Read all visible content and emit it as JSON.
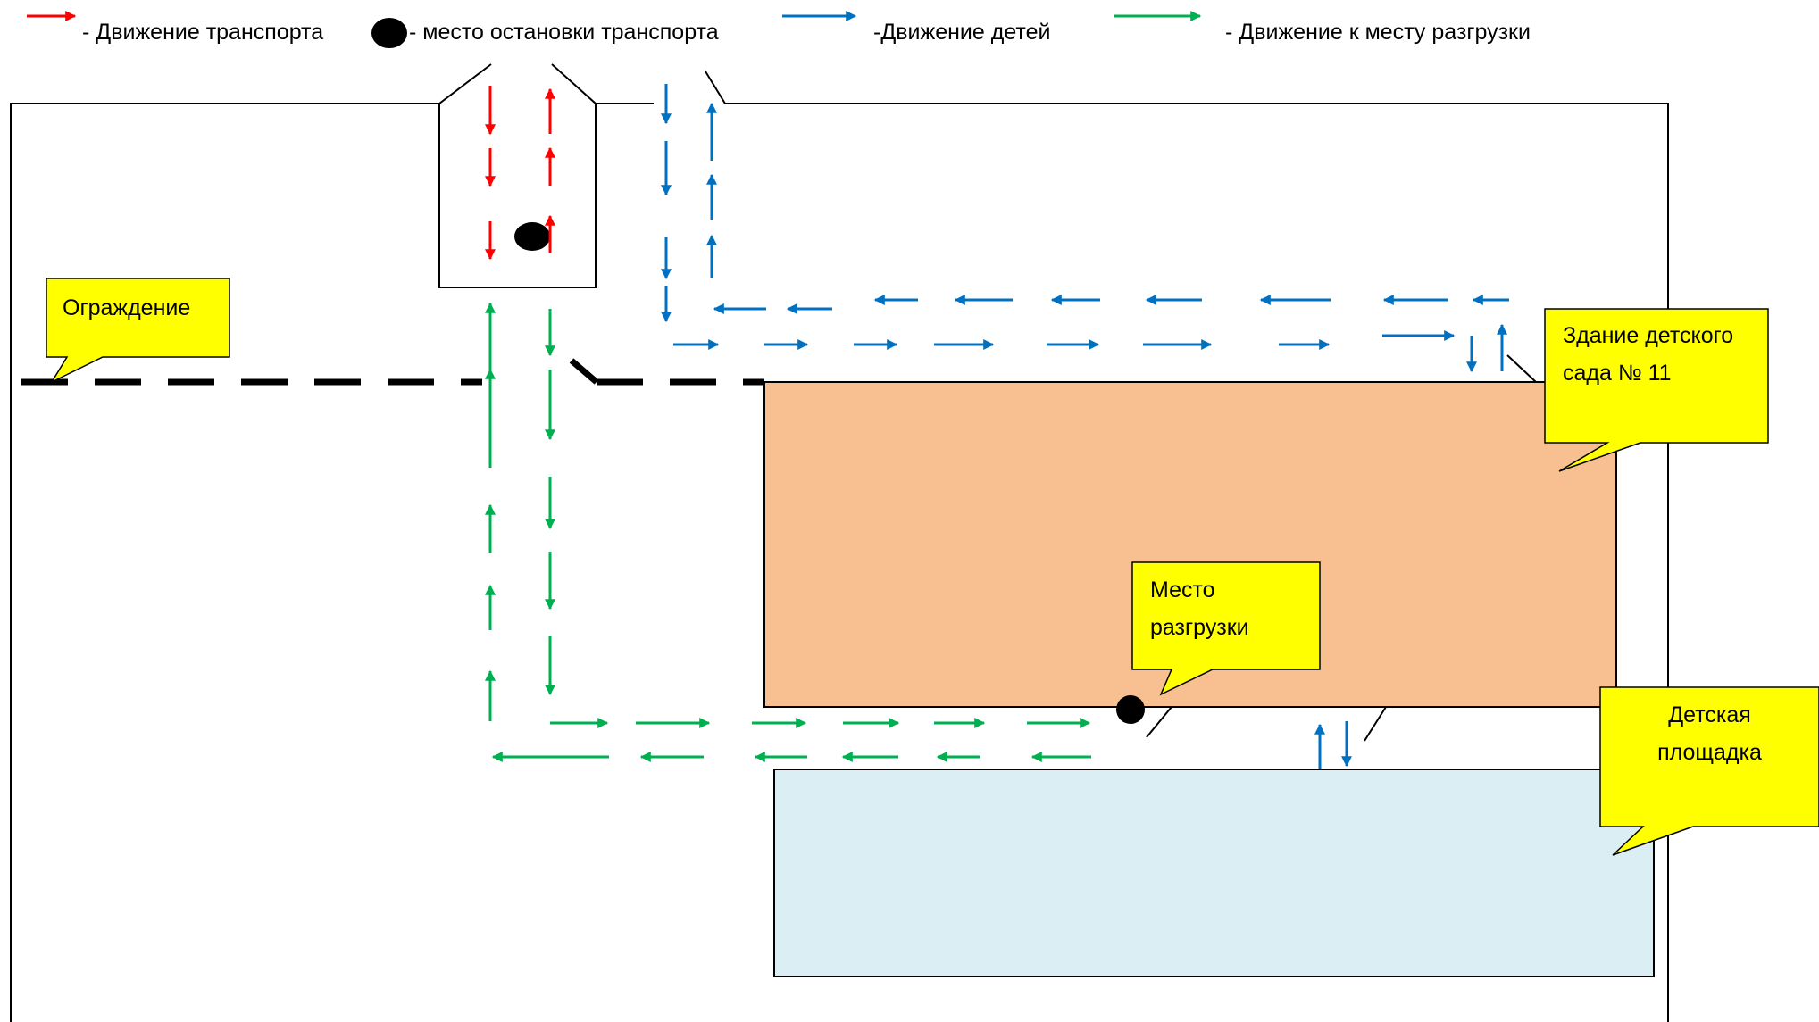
{
  "legend": {
    "transport": "- Движение транспорта",
    "stop": "- место остановки транспорта",
    "children": "-Движение детей",
    "unloading": "- Движение к месту разгрузки"
  },
  "labels": {
    "fence": "Ограждение",
    "building_line1": "Здание детского",
    "building_line2": "сада № 11",
    "unload_line1": "Место",
    "unload_line2": "разгрузки",
    "playground_line1": "Детская",
    "playground_line2": "площадка"
  },
  "colors": {
    "transport": "#ff0000",
    "children": "#0070c0",
    "unloading": "#00b050",
    "building": "#f8c090",
    "playground": "#daeef3",
    "callout": "#ffff00"
  }
}
